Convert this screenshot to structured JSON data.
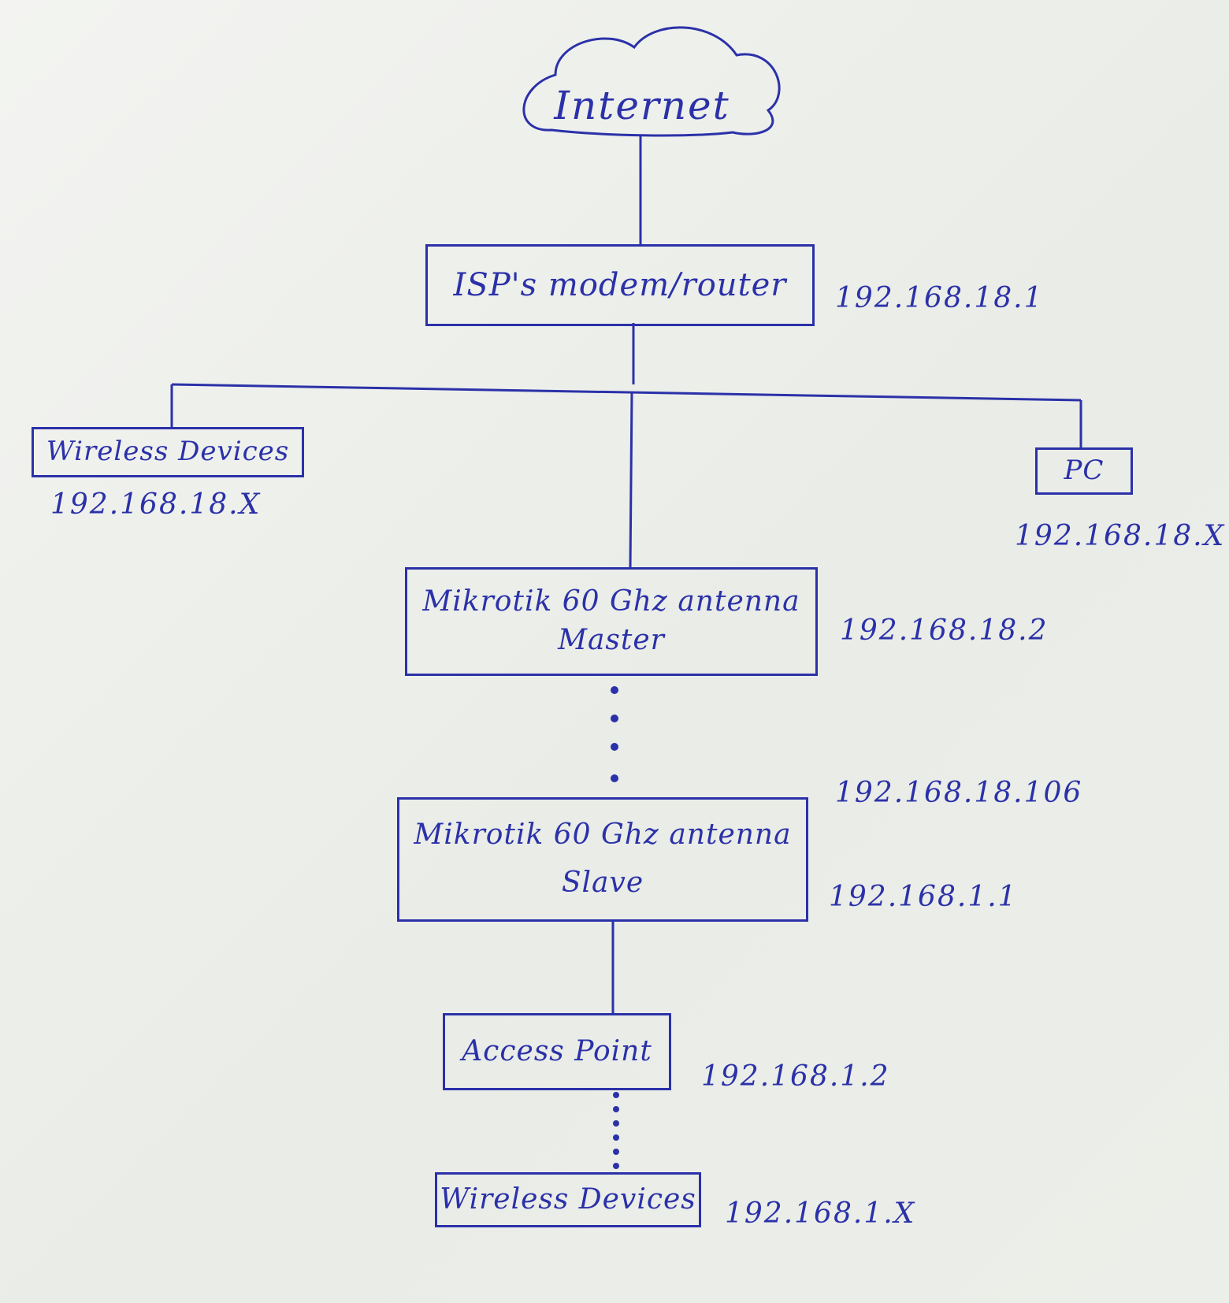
{
  "nodes": {
    "internet": {
      "label": "Internet"
    },
    "isp": {
      "label": "ISP's modem/router",
      "ip": "192.168.18.1"
    },
    "wireless_left": {
      "label": "Wireless Devices",
      "ip": "192.168.18.X"
    },
    "pc": {
      "label": "PC",
      "ip": "192.168.18.X"
    },
    "master": {
      "line1": "Mikrotik 60 Ghz antenna",
      "line2": "Master",
      "ip": "192.168.18.2"
    },
    "slave": {
      "line1": "Mikrotik 60 Ghz antenna",
      "line2": "Slave",
      "ip_top": "192.168.18.106",
      "ip_bottom": "192.168.1.1"
    },
    "access_point": {
      "label": "Access Point",
      "ip": "192.168.1.2"
    },
    "wireless_bottom": {
      "label": "Wireless Devices",
      "ip": "192.168.1.X"
    }
  },
  "colors": {
    "ink": "#2b31a8",
    "paper": "#eef0ec"
  }
}
